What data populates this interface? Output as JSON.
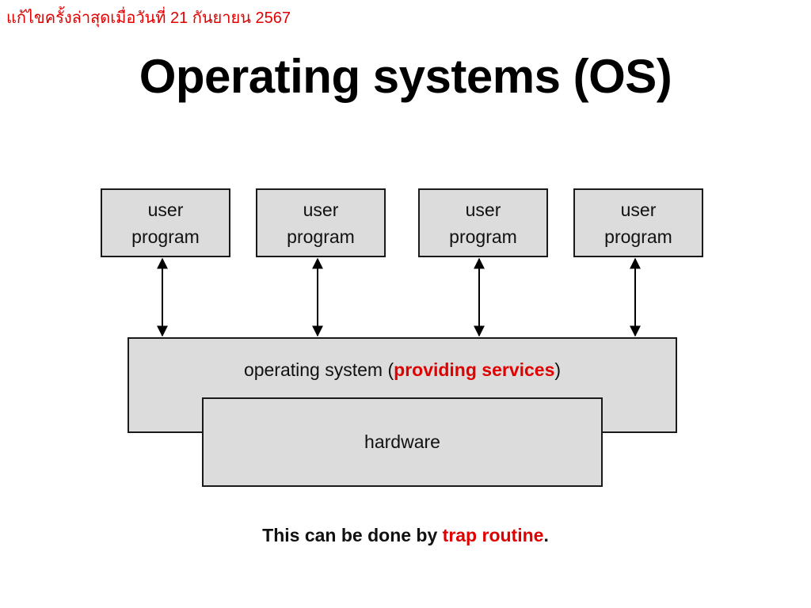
{
  "header": {
    "edit_note": "แก้ไขครั้งล่าสุดเมื่อวันที่ 21 กันยายน 2567"
  },
  "slide": {
    "title": "Operating systems (OS)"
  },
  "diagram": {
    "programs": [
      {
        "line1": "user",
        "line2": "program"
      },
      {
        "line1": "user",
        "line2": "program"
      },
      {
        "line1": "user",
        "line2": "program"
      },
      {
        "line1": "user",
        "line2": "program"
      }
    ],
    "os": {
      "prefix": "operating system (",
      "highlight": "providing services",
      "suffix": ")"
    },
    "hardware": "hardware"
  },
  "footer": {
    "prefix": "This can be done by ",
    "highlight": "trap routine",
    "suffix": "."
  },
  "colors": {
    "accent": "#e00000",
    "box_fill": "#dcdcdc",
    "box_border": "#1a1a1a"
  }
}
